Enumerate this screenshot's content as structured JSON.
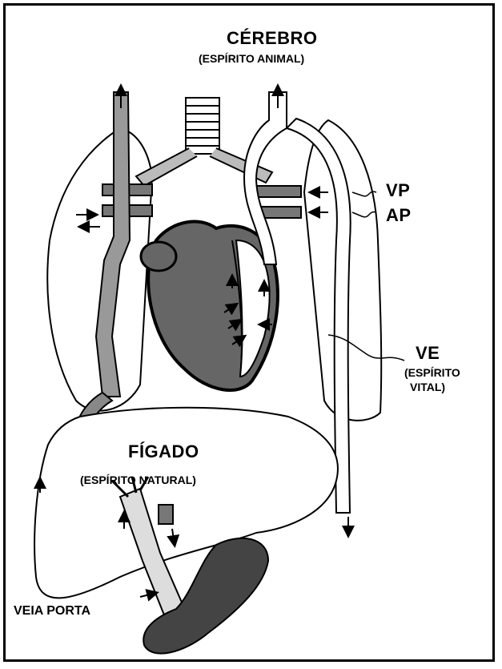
{
  "labels": {
    "brain": "CÉREBRO",
    "brain_sub": "(ESPÍRITO ANIMAL)",
    "vp": "VP",
    "ap": "AP",
    "ve": "VE",
    "ve_sub1": "(ESPÍRITO",
    "ve_sub2": "VITAL)",
    "liver": "FÍGADO",
    "liver_sub": "(ESPÍRITO NATURAL)",
    "portal_vein": "VEIA PORTA"
  },
  "colors": {
    "ink": "#000000",
    "heart_fill": "#555555",
    "spleen_fill": "#333333",
    "paper": "#ffffff"
  }
}
